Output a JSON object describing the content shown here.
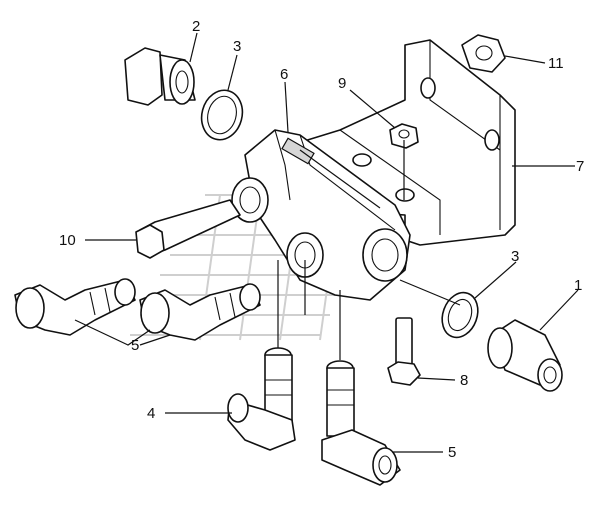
{
  "callouts": {
    "c1": "1",
    "c2": "2",
    "c3_top": "3",
    "c3_right": "3",
    "c4": "4",
    "c5_left": "5",
    "c5_bottom": "5",
    "c6": "6",
    "c7": "7",
    "c8": "8",
    "c9": "9",
    "c10": "10",
    "c11": "11"
  },
  "colors": {
    "line": "#111111",
    "background": "#ffffff",
    "watermark": "#cfcfcf"
  }
}
